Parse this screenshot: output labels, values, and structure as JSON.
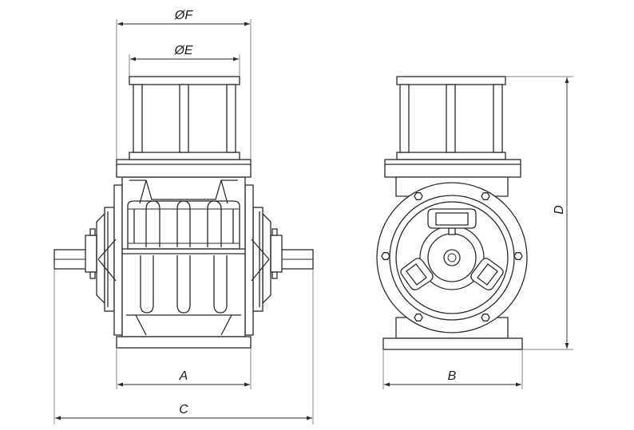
{
  "labels": {
    "dim_f": "ØF",
    "dim_e": "ØE",
    "dim_a": "A",
    "dim_b": "B",
    "dim_c": "C",
    "dim_d": "D"
  },
  "colors": {
    "line": "#2a2a2a",
    "background": "#ffffff"
  }
}
